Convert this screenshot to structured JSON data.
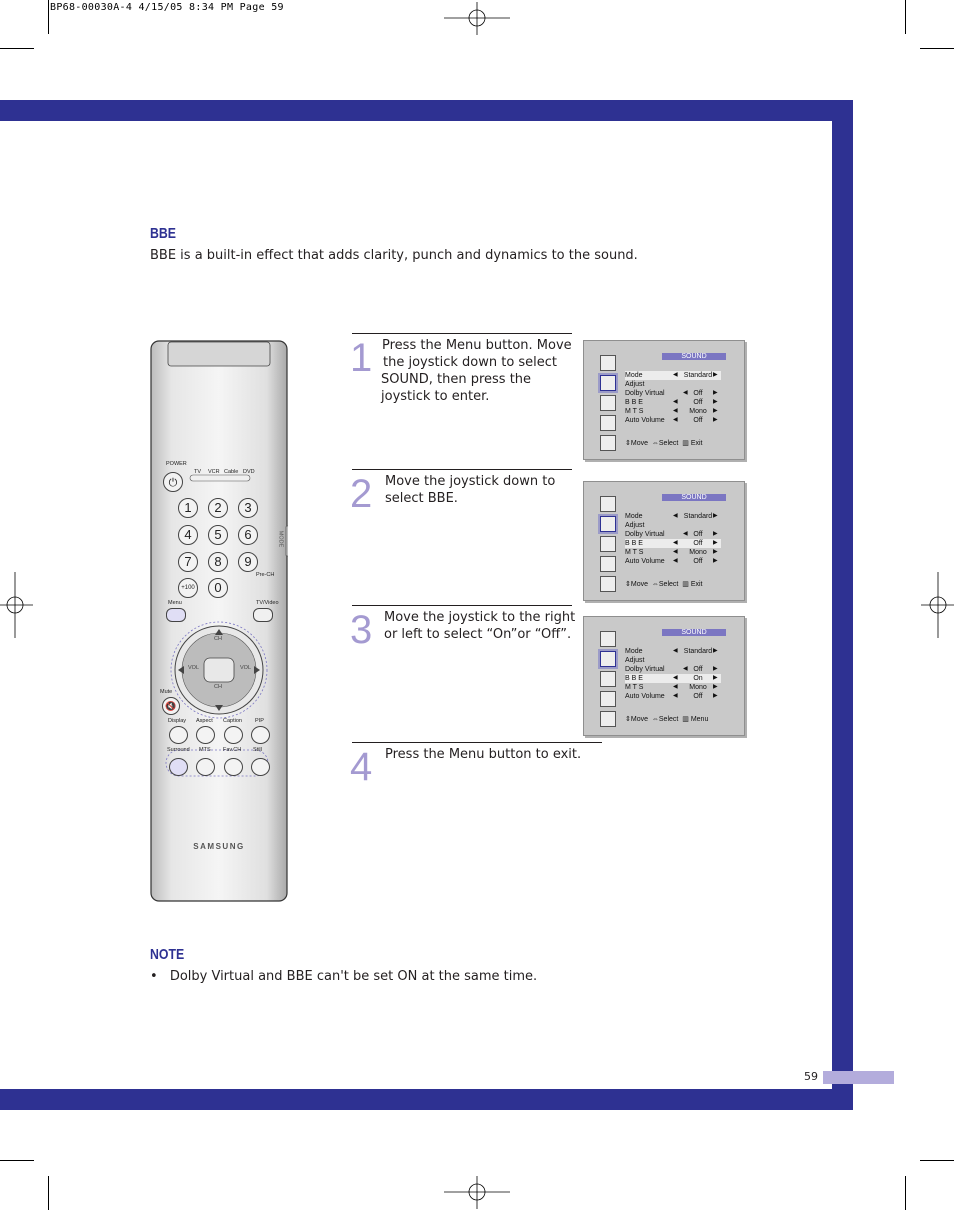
{
  "printer_slug": "BP68-00030A-4  4/15/05  8:34 PM  Page 59",
  "page_number": "59",
  "bbe": {
    "heading": "BBE",
    "description": "BBE is a built-in effect that adds clarity, punch and dynamics to the sound."
  },
  "steps": [
    {
      "number": "1",
      "lines": [
        "Press the Menu button. Move",
        "the joystick down to select",
        "SOUND, then press the",
        "joystick to enter."
      ]
    },
    {
      "number": "2",
      "lines": [
        "Move the joystick down to",
        "select BBE."
      ]
    },
    {
      "number": "3",
      "lines": [
        "Move the joystick to the right",
        "or left to select “On”or “Off”."
      ]
    },
    {
      "number": "4",
      "lines": [
        "Press the Menu button to exit."
      ]
    }
  ],
  "menu_screens": [
    {
      "title": "SOUND",
      "rows": [
        {
          "label": "Mode",
          "value": "Standard"
        },
        {
          "label": "Adjust",
          "value": ""
        },
        {
          "label": "Dolby Virtual",
          "value": "Off"
        },
        {
          "label": "B B E",
          "value": "Off"
        },
        {
          "label": "M T S",
          "value": "Mono"
        },
        {
          "label": "Auto Volume",
          "value": "Off"
        }
      ],
      "highlighted_row": "Mode",
      "footer": {
        "move": "Move",
        "select": "Select",
        "action": "Exit"
      }
    },
    {
      "title": "SOUND",
      "rows": [
        {
          "label": "Mode",
          "value": "Standard"
        },
        {
          "label": "Adjust",
          "value": ""
        },
        {
          "label": "Dolby Virtual",
          "value": "Off"
        },
        {
          "label": "B B E",
          "value": "Off"
        },
        {
          "label": "M T S",
          "value": "Mono"
        },
        {
          "label": "Auto Volume",
          "value": "Off"
        }
      ],
      "highlighted_row": "B B E",
      "footer": {
        "move": "Move",
        "select": "Select",
        "action": "Exit"
      }
    },
    {
      "title": "SOUND",
      "rows": [
        {
          "label": "Mode",
          "value": "Standard"
        },
        {
          "label": "Adjust",
          "value": ""
        },
        {
          "label": "Dolby Virtual",
          "value": "Off"
        },
        {
          "label": "B B E",
          "value": "On"
        },
        {
          "label": "M T S",
          "value": "Mono"
        },
        {
          "label": "Auto Volume",
          "value": "Off"
        }
      ],
      "highlighted_row": "B B E",
      "footer": {
        "move": "Move",
        "select": "Select",
        "action": "Menu"
      }
    }
  ],
  "remote": {
    "brand": "SAMSUNG",
    "power_label": "POWER",
    "modes": [
      "TV",
      "VCR",
      "Cable",
      "DVD"
    ],
    "side_label": "MODE",
    "digits": [
      "1",
      "2",
      "3",
      "4",
      "5",
      "6",
      "7",
      "8",
      "9"
    ],
    "plus100": "+100",
    "zero": "0",
    "pre_ch": "Pre-CH",
    "menu": "Menu",
    "tv_video": "TV/Video",
    "ch": "CH",
    "vol": "VOL",
    "mute": "Mute",
    "func_row1": [
      "Display",
      "Aspect",
      "Caption",
      "PIP"
    ],
    "func_row2": [
      "Surround",
      "MTS",
      "Fav.CH",
      "Still"
    ]
  },
  "note": {
    "heading": "NOTE",
    "items": [
      "Dolby Virtual and BBE can't be set ON at the same time."
    ]
  },
  "colors": {
    "band": "#2e3192",
    "accent_light": "#b3acdc",
    "step_number": "#a49ad1",
    "heading": "#2e3192"
  }
}
